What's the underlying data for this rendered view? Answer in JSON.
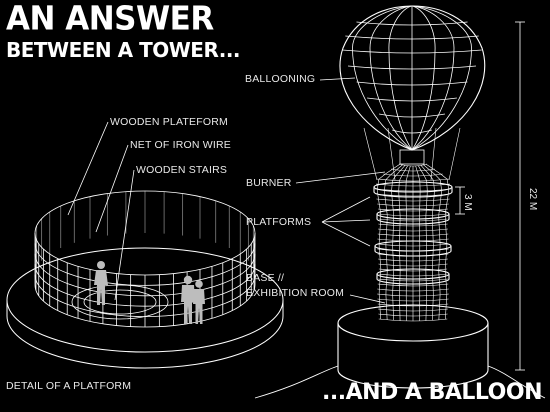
{
  "title": {
    "line1": "AN ANSWER",
    "line2": "BETWEEN A TOWER...",
    "line3": "...AND A BALLOON"
  },
  "labels": {
    "wooden_platform": "WOODEN PLATEFORM",
    "iron_wire": "NET OF IRON WIRE",
    "wooden_stairs": "WOODEN STAIRS",
    "detail": "DETAIL OF A PLATFORM",
    "ballooning": "BALLOONING",
    "burner": "BURNER",
    "platforms": "PLATFORMS",
    "base_line1": "BASE //",
    "base_line2": "EXHIBITION ROOM"
  },
  "dimensions": {
    "platform_spacing": "3 M",
    "total_height": "22 M"
  },
  "colors": {
    "background": "#000000",
    "lines": "#ffffff",
    "figures": "#bdbdbd"
  }
}
